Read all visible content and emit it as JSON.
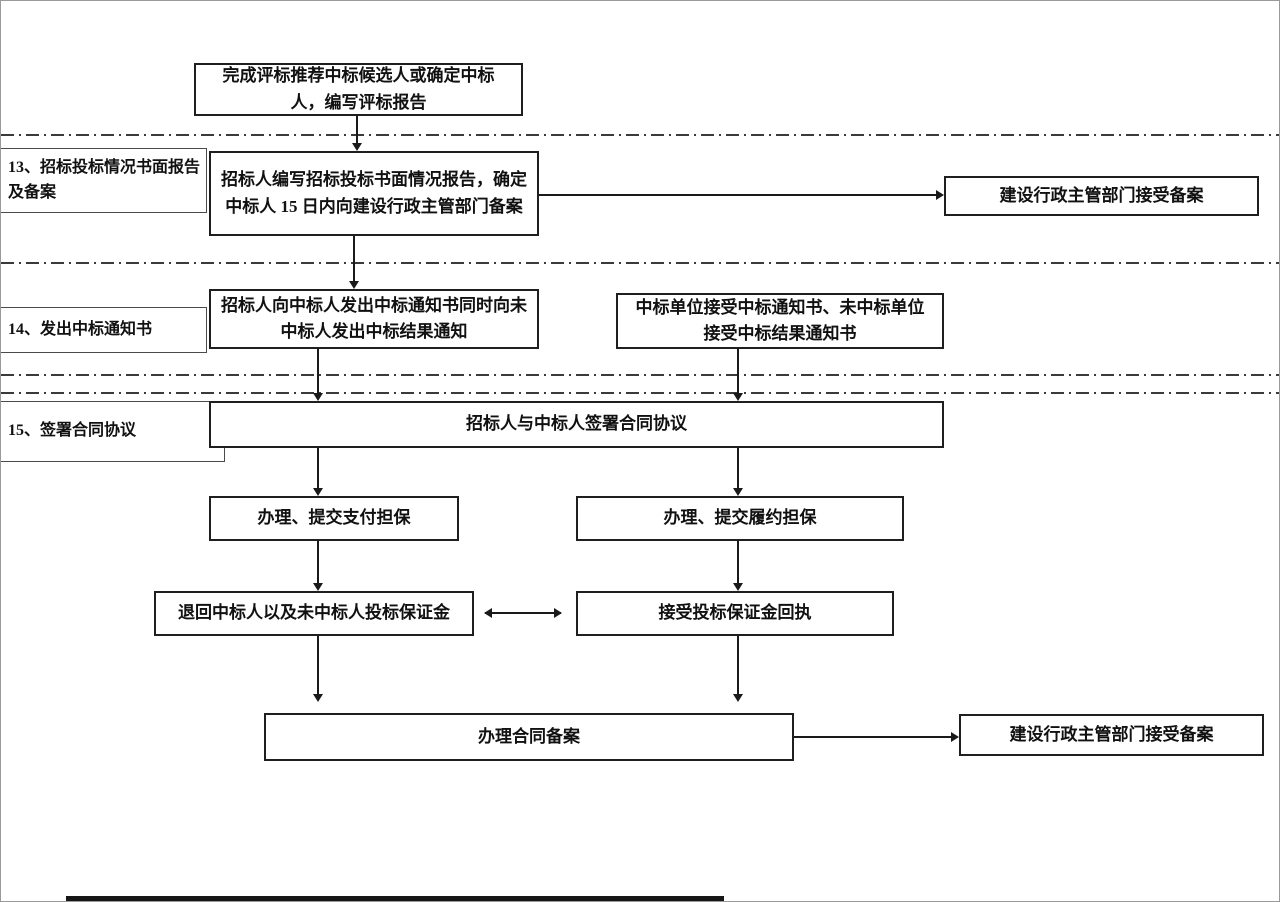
{
  "diagram": {
    "side_labels": {
      "step13": "13、招标投标情况书面报告及备案",
      "step14": "14、发出中标通知书",
      "step15": "15、签署合同协议"
    },
    "nodes": {
      "complete_evaluation": "完成评标推荐中标候选人或确定中标人，编写评标报告",
      "write_report_filing": "招标人编写招标投标书面情况报告，确定中标人 15 日内向建设行政主管部门备案",
      "authority_accept_filing_top": "建设行政主管部门接受备案",
      "issue_award_notice": "招标人向中标人发出中标通知书同时向未中标人发出中标结果通知",
      "accept_award_notice": "中标单位接受中标通知书、未中标单位接受中标结果通知书",
      "sign_contract": "招标人与中标人签署合同协议",
      "payment_guarantee": "办理、提交支付担保",
      "performance_guarantee": "办理、提交履约担保",
      "return_bid_deposit": "退回中标人以及未中标人投标保证金",
      "accept_deposit_receipt": "接受投标保证金回执",
      "contract_filing": "办理合同备案",
      "authority_accept_filing_bottom": "建设行政主管部门接受备案"
    }
  }
}
